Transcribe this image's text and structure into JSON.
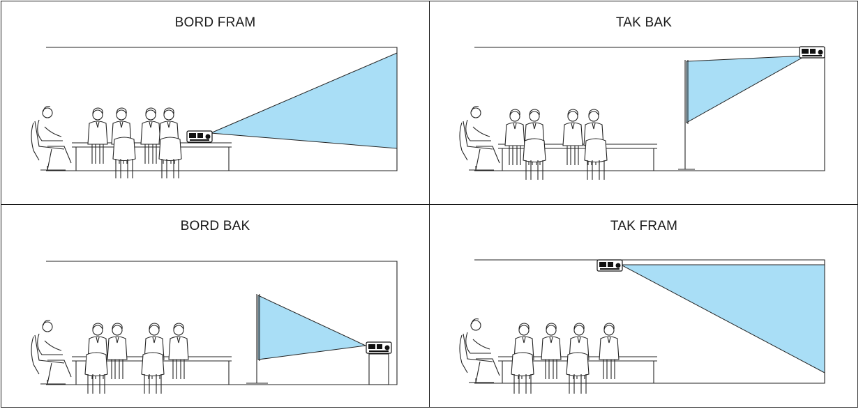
{
  "panels": [
    {
      "title": "BORD FRAM"
    },
    {
      "title": "TAK BAK"
    },
    {
      "title": "BORD BAK"
    },
    {
      "title": "TAK FRAM"
    }
  ],
  "colors": {
    "beam": "#a9def6",
    "line": "#222222",
    "border": "#1a1a1a"
  }
}
